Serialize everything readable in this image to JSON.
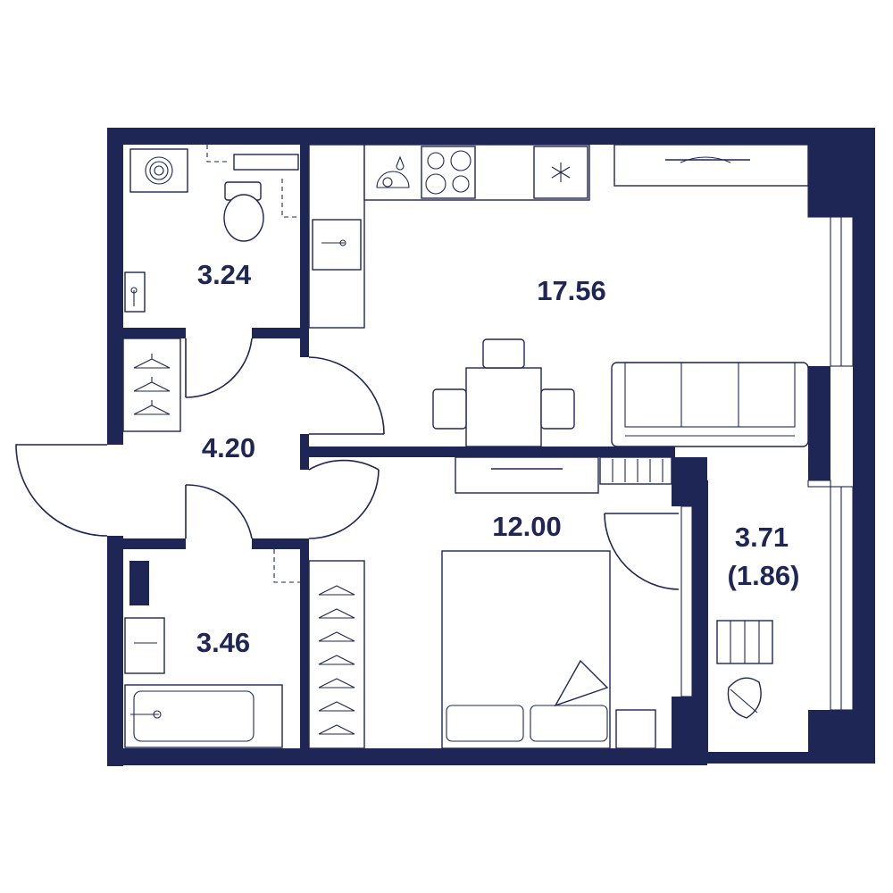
{
  "colors": {
    "wall": "#1e2656",
    "background": "#ffffff"
  },
  "rooms": {
    "bathroom_wc": {
      "area": "3.24"
    },
    "kitchen_living": {
      "area": "17.56"
    },
    "hallway": {
      "area": "4.20"
    },
    "bedroom": {
      "area": "12.00"
    },
    "bathroom": {
      "area": "3.46"
    },
    "balcony": {
      "area": "3.71",
      "reduced_area": "(1.86)"
    }
  },
  "icons": [
    "washing-machine-icon",
    "toilet-icon",
    "sink-icon",
    "faucet-icon",
    "stove-icon",
    "snowflake-icon",
    "hanger-icon",
    "bed-icon",
    "sofa-icon",
    "plant-icon",
    "balcony-chair-icon"
  ]
}
